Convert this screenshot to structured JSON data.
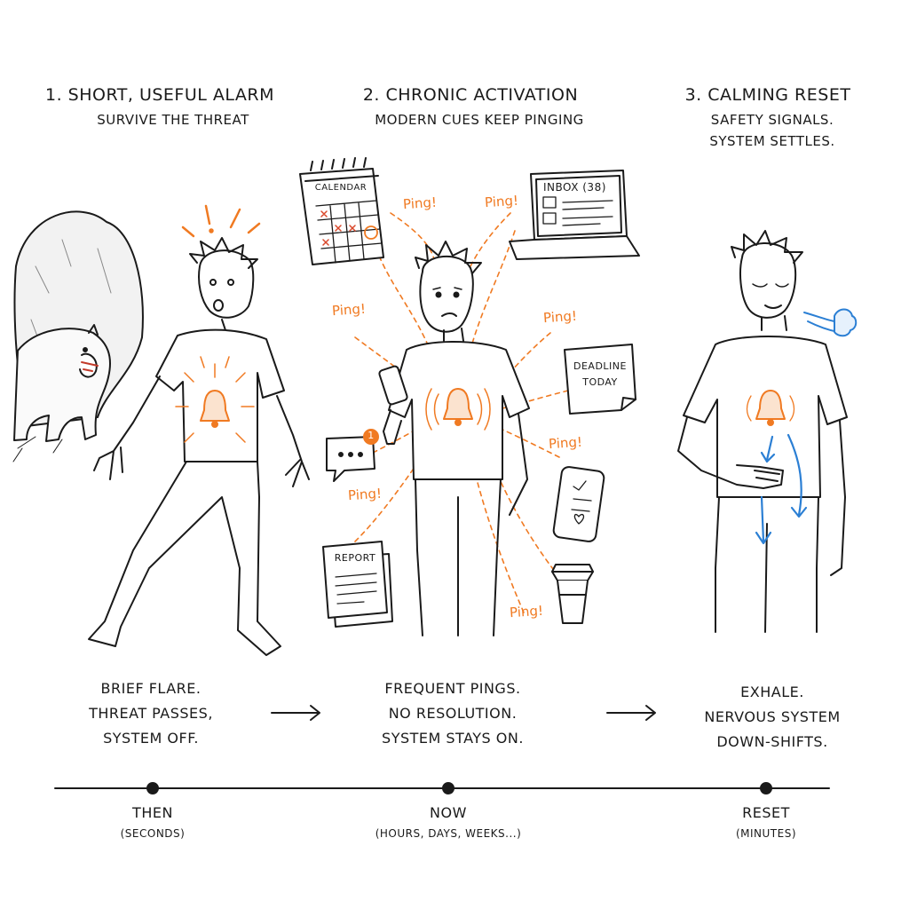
{
  "panels": [
    {
      "title": "1. Short, useful alarm",
      "subtitle": "Survive the threat",
      "caption": [
        "Brief flare.",
        "Threat passes,",
        "system off."
      ]
    },
    {
      "title": "2. Chronic activation",
      "subtitle": "Modern cues keep pinging",
      "caption": [
        "Frequent pings.",
        "No resolution.",
        "System stays on."
      ]
    },
    {
      "title": "3. Calming reset",
      "subtitle_lines": [
        "Safety signals.",
        "System settles."
      ],
      "caption": [
        "Exhale.",
        "Nervous system",
        "down-shifts."
      ]
    }
  ],
  "objects": {
    "calendar": "Calendar",
    "inbox": "Inbox (38)",
    "deadline": [
      "Deadline",
      "today"
    ],
    "report": "Report",
    "notification_count": "1"
  },
  "ping_label": "Ping!",
  "timeline": [
    {
      "label": "Then",
      "sub": "(seconds)"
    },
    {
      "label": "Now",
      "sub": "(hours, days, weeks...)"
    },
    {
      "label": "Reset",
      "sub": "(minutes)"
    }
  ],
  "colors": {
    "ink": "#1a1a1a",
    "alarm": "#f07a22",
    "calm": "#2b7fd4"
  },
  "icons": [
    "bell-icon",
    "bear-icon",
    "calendar-icon",
    "laptop-icon",
    "phone-icon",
    "chat-bubble-icon",
    "coffee-cup-icon",
    "report-icon",
    "breath-icon",
    "arrow-right-icon"
  ]
}
